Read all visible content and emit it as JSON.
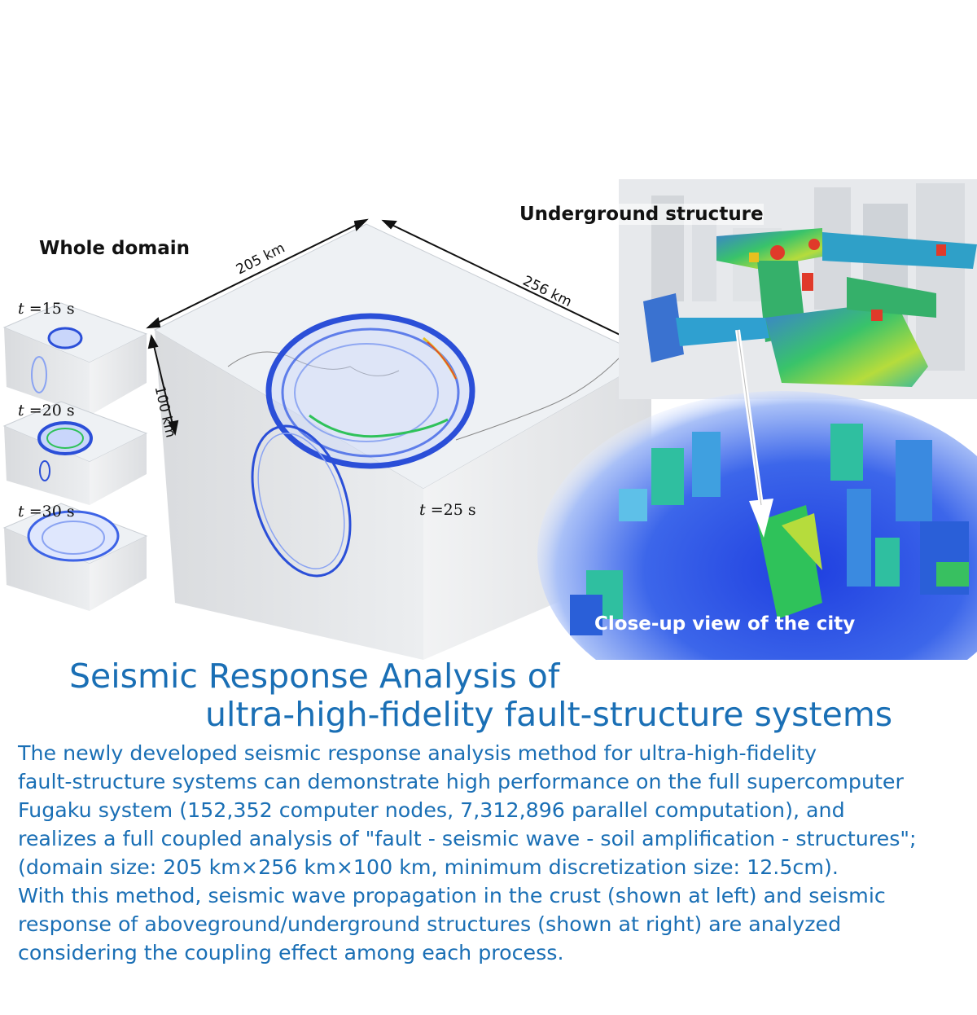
{
  "labels": {
    "whole_domain": "Whole domain",
    "underground": "Underground structure",
    "closeup": "Close-up view of the city",
    "dim_205": "205 km",
    "dim_256": "256 km",
    "dim_100": "100 km",
    "t15_var": "t",
    "t15_val": "=15 s",
    "t20_var": "t",
    "t20_val": "=20 s",
    "t30_var": "t",
    "t30_val": "=30 s",
    "t25_var": "t",
    "t25_val": "=25 s"
  },
  "title": {
    "line1": "Seismic Response Analysis of",
    "line2": "ultra-high-fidelity fault-structure systems"
  },
  "body": {
    "lines": [
      "The newly developed seismic response analysis method for ultra-high-fidelity",
      "fault-structure systems can demonstrate high performance on the full supercomputer",
      "Fugaku system (152,352 computer nodes, 7,312,896 parallel computation), and",
      "realizes a full coupled analysis of \"fault - seismic wave - soil amplification - structures\";",
      "(domain size: 205 km×256 km×100 km, minimum discretization size: 12.5cm).",
      "With this method, seismic wave propagation in the crust (shown at left) and seismic",
      "response of aboveground/underground structures (shown at right) are analyzed",
      "considering the coupling effect among each process."
    ]
  },
  "colors": {
    "text_blue": "#1a6fb5",
    "wave_blue": "#2b4fd8",
    "sim_green": "#2fc25a"
  }
}
